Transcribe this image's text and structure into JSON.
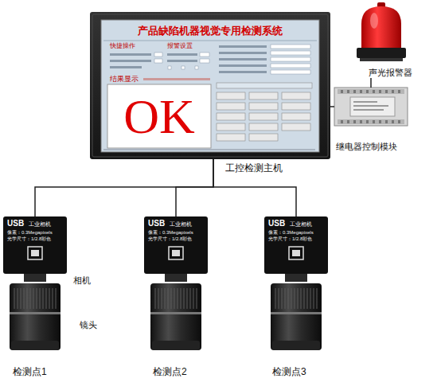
{
  "diagram": {
    "nodes": [
      {
        "text": [
          "产品缺陷机器视觉专用检测系统",
          "OK",
          "工控检测主机"
        ]
      },
      {
        "text": [
          "声光报警器"
        ]
      },
      {
        "text": [
          "继电器控制模块"
        ]
      },
      {
        "text": [
          "USB",
          "工业相机",
          "像素：0.3Megapixels",
          "光学尺寸：1/2.8彩色"
        ]
      },
      {
        "text": [
          "USB",
          "工业相机",
          "像素：0.3Megapixels",
          "光学尺寸：1/2.8彩色"
        ]
      },
      {
        "text": [
          "USB",
          "工业相机",
          "像素：0.3Megapixels",
          "光学尺寸：1/2.8彩色"
        ]
      }
    ],
    "edges": [
      {
        "from": 0,
        "to": 2,
        "arrow": "none"
      },
      {
        "from": 2,
        "to": 1,
        "arrow": "none"
      },
      {
        "from": 0,
        "to": 3,
        "arrow": "none"
      },
      {
        "from": 0,
        "to": 4,
        "arrow": "none"
      },
      {
        "from": 0,
        "to": 5,
        "arrow": "none"
      }
    ],
    "labels": [
      "快捷操作",
      "报警设置",
      "结果显示",
      "相机",
      "镜头",
      "检测点1",
      "检测点2",
      "检测点3"
    ]
  }
}
